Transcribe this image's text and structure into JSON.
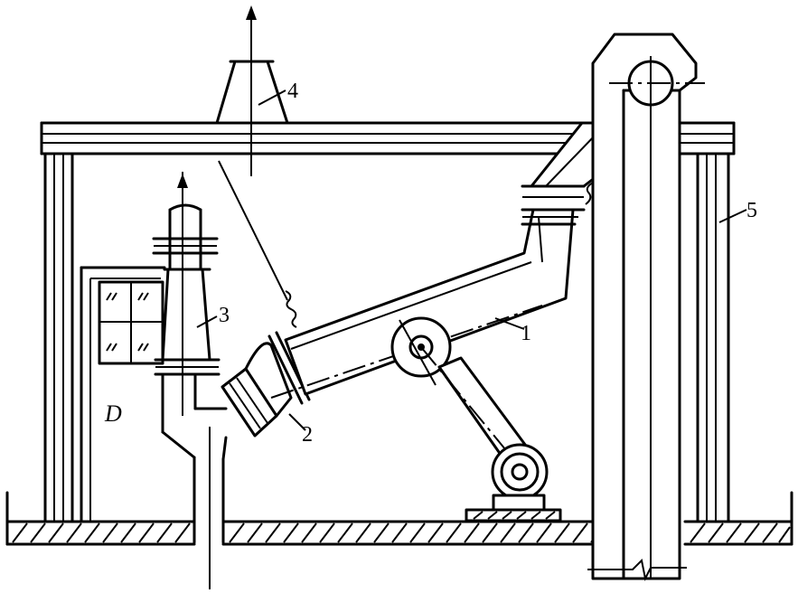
{
  "labels": {
    "part1": "1",
    "part2": "2",
    "part3": "3",
    "part4": "4",
    "part5": "5",
    "door": "D"
  },
  "colors": {
    "ink": "#000000",
    "paper": "#ffffff"
  }
}
